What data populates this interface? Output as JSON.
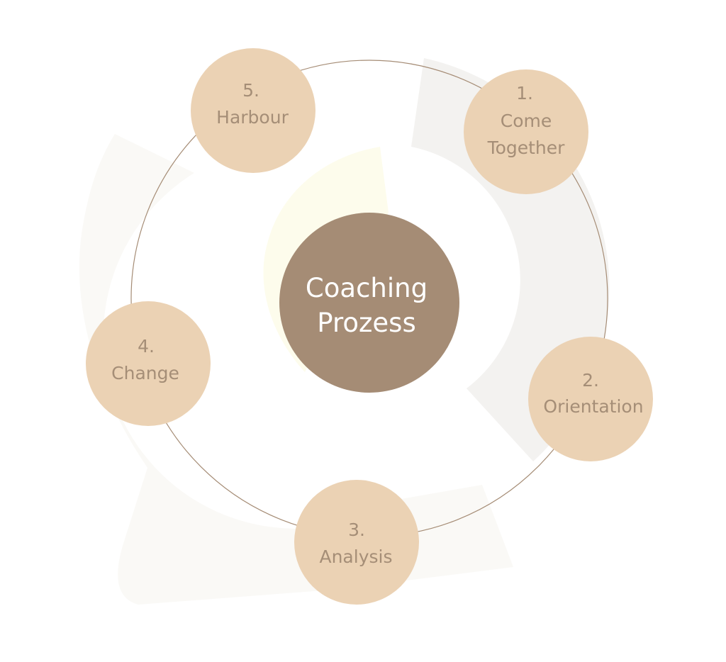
{
  "center": {
    "line1": "Coaching",
    "line2": "Prozess"
  },
  "steps": [
    {
      "number": "1.",
      "lines": [
        "Come",
        "Together"
      ]
    },
    {
      "number": "2.",
      "lines": [
        "Orientation"
      ]
    },
    {
      "number": "3.",
      "lines": [
        "Analysis"
      ]
    },
    {
      "number": "4.",
      "lines": [
        "Change"
      ]
    },
    {
      "number": "5.",
      "lines": [
        "Harbour"
      ]
    }
  ],
  "colors": {
    "background": "#ffffff",
    "center_fill": "#a58c75",
    "center_text": "#ffffff",
    "step_fill": "#ebd2b4",
    "step_text": "#a58e77",
    "ring_line": "#a58c75",
    "band_light_gray": "#f3f2f0",
    "band_very_light": "#faf9f6",
    "band_cream": "#fdfcec"
  }
}
